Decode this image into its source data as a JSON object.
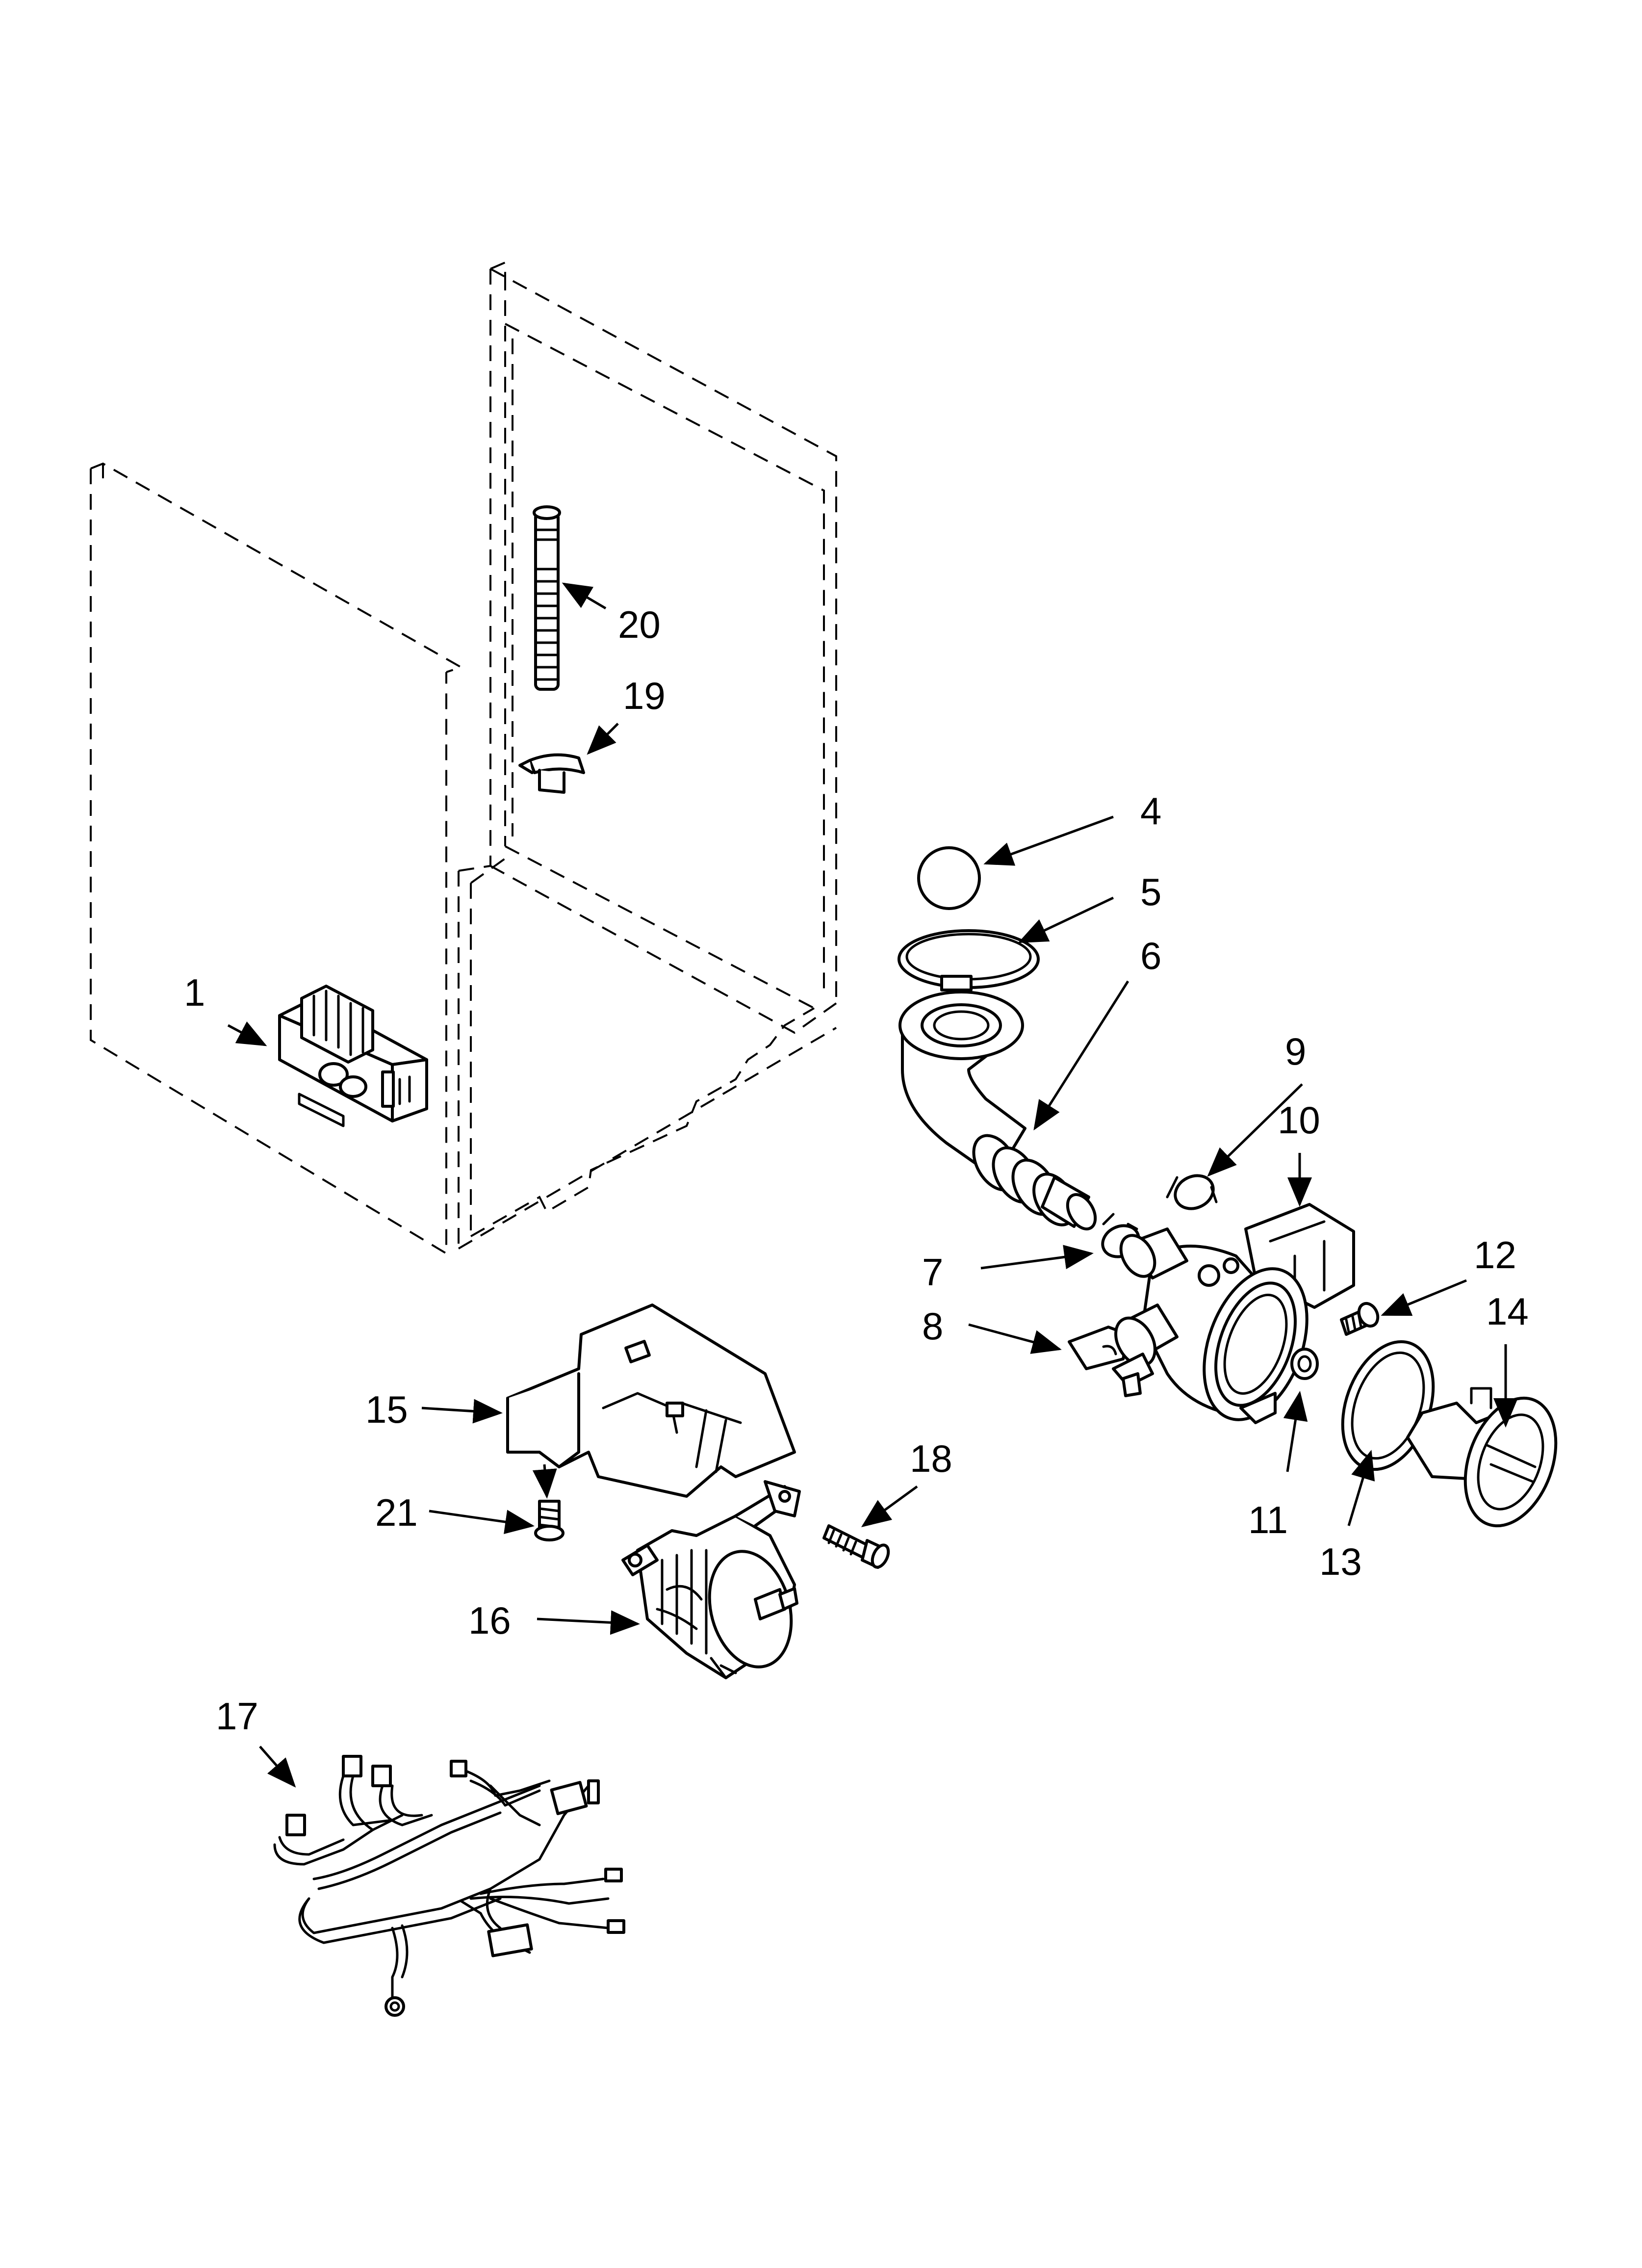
{
  "diagram": {
    "callouts": {
      "c1": "1",
      "c4": "4",
      "c5": "5",
      "c6": "6",
      "c7": "7",
      "c8": "8",
      "c9": "9",
      "c10": "10",
      "c11": "11",
      "c12": "12",
      "c13": "13",
      "c14": "14",
      "c15": "15",
      "c16": "16",
      "c17": "17",
      "c18": "18",
      "c19": "19",
      "c20": "20",
      "c21": "21"
    }
  }
}
